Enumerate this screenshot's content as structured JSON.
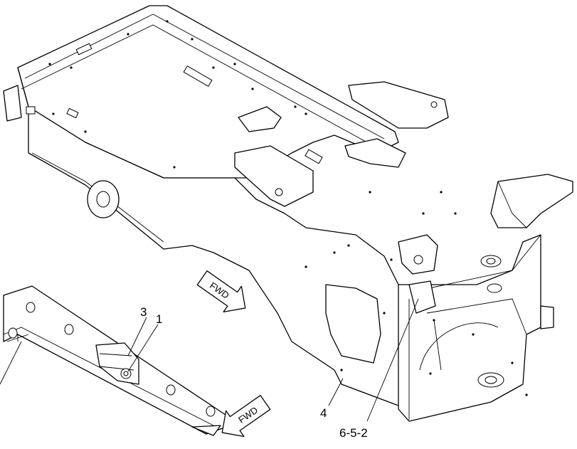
{
  "callouts": {
    "part_1": "1",
    "part_3": "3",
    "part_4": "4",
    "part_6_5_2": "6-5-2"
  },
  "arrows": {
    "upper": "FWD",
    "lower": "FWD"
  }
}
